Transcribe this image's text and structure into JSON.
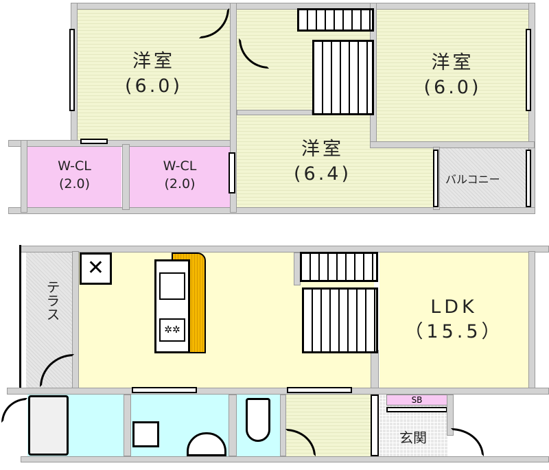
{
  "upper_floor": {
    "rooms": [
      {
        "name": "洋室",
        "size": "(6.0)"
      },
      {
        "name": "洋室",
        "size": "(6.0)"
      },
      {
        "name": "洋室",
        "size": "(6.4)"
      },
      {
        "name": "W-CL",
        "size": "(2.0)"
      },
      {
        "name": "W-CL",
        "size": "(2.0)"
      }
    ],
    "balcony": "バルコニー"
  },
  "lower_floor": {
    "ldk": {
      "name": "LDK",
      "size": "（15.5）"
    },
    "terrace": "テラス",
    "entrance": "玄関",
    "shoe_box": "SB"
  },
  "colors": {
    "room": "#f2f5d2",
    "ldk": "#fffdd0",
    "closet": "#f8c9f3",
    "wet": "#ccffff",
    "counter": "#f5b800"
  }
}
